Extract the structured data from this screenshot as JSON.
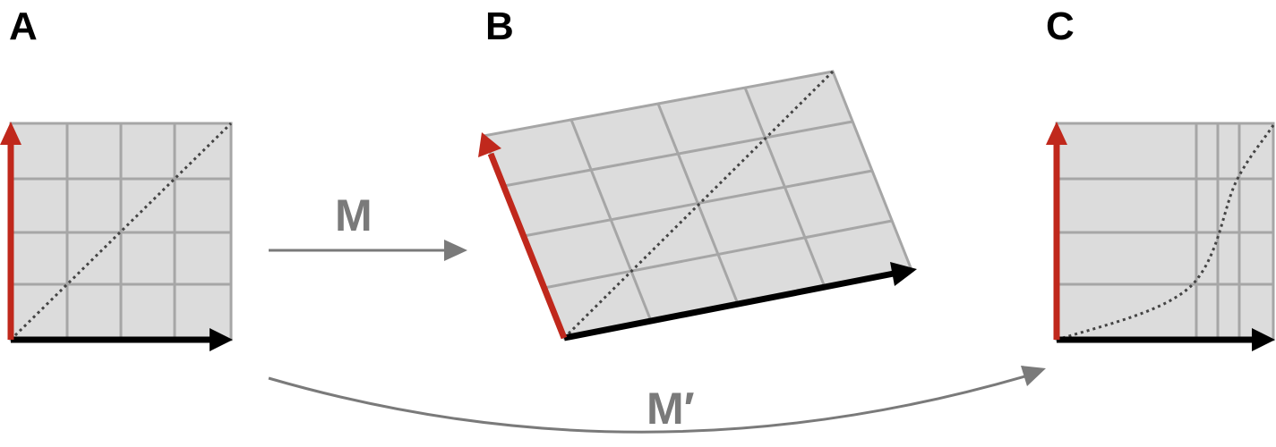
{
  "panels": [
    {
      "label": "A"
    },
    {
      "label": "B"
    },
    {
      "label": "C"
    }
  ],
  "transforms": {
    "m_label": "M",
    "m_prime_label": "M′"
  },
  "colors": {
    "grid_fill": "#dcdcdc",
    "grid_line": "#a6a6a6",
    "y_axis": "#c0281c",
    "x_axis": "#000000",
    "diagonal": "#444444",
    "transform_arrow": "#7a7a7a"
  }
}
